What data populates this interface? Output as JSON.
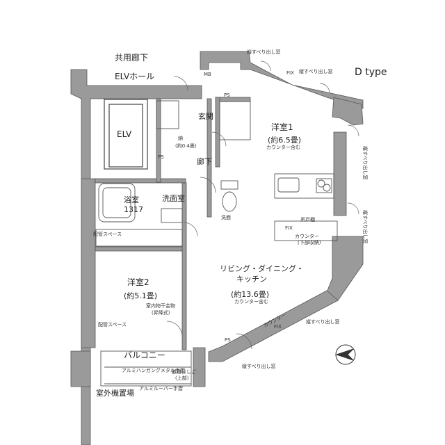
{
  "type_label": "D type",
  "corridor": "共用廊下",
  "elv_hall": "ELVホール",
  "elv": "ELV",
  "mb": "MB",
  "ps_top": "PS",
  "ps_upper": "PS",
  "ps_bottom": "PS",
  "entrance": "玄関",
  "hallway": "廊下",
  "storage": "納",
  "storage_note": "(約0.4畳)",
  "bathroom": "浴室",
  "bathroom_size": "1317",
  "washroom": "洗面室",
  "washroom_shelf": "洗面",
  "bedroom1": {
    "name": "洋室1",
    "size": "(約6.5畳)",
    "note": "カウンター含む"
  },
  "bedroom2": {
    "name": "洋室2",
    "size": "(約5.1畳)",
    "note1": "室内物干金物",
    "note2": "(昇降式)"
  },
  "ldk": {
    "line1": "リビング・ダイニング・",
    "line2": "キッチン",
    "size": "(約13.6畳)",
    "note": "カウンター含む"
  },
  "counter": "カウンター",
  "counter_note": "(下部収納)",
  "counter_shelf": "吊戸棚",
  "counter_fix": "FIX",
  "counter_window": "カウンター",
  "fix_top": "FIX",
  "fix_bottom": "FIX",
  "window_notes": {
    "top1": "縦すべり出し窓",
    "top2": "縦すべり出し窓",
    "right1": "縦すべり出し窓",
    "right2": "縦すべり出し窓",
    "bottom1": "縦すべり出し窓",
    "bottom2": "縦すべり出し窓"
  },
  "haibun_space": "配管スペース",
  "balcony": "バルコニー",
  "aluminum_rail": "アルミハンガングメタル手摺",
  "evac_ladder": "避難はしご",
  "evac_ladder_note": "(上部)",
  "outdoor_unit": "室外機置場",
  "louver_rail": "アルミルーバー手摺"
}
